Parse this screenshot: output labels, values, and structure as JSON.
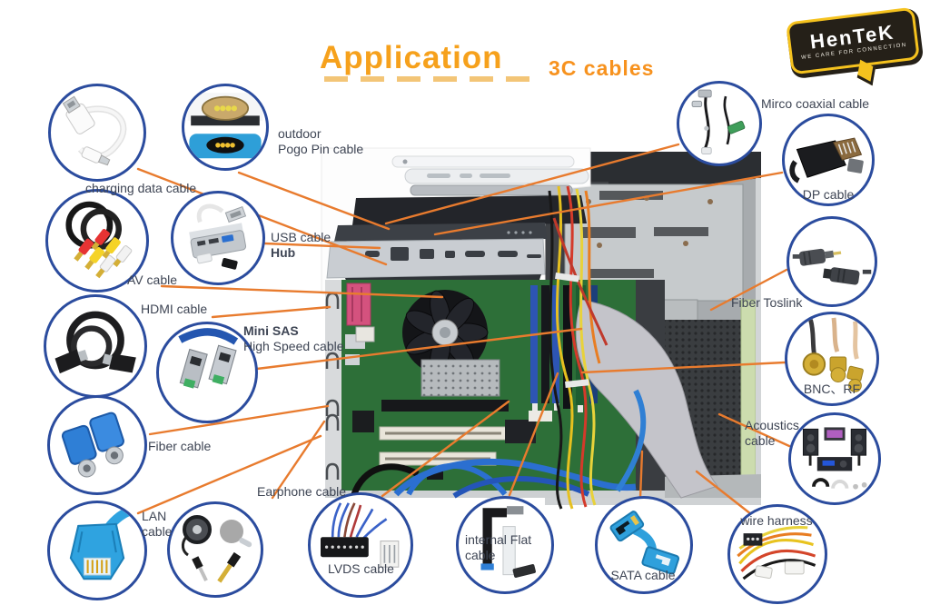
{
  "title": {
    "main": "Application",
    "sub": "3C cables"
  },
  "logo": {
    "brand": "HenTeK",
    "tagline": "WE CARE FOR CONNECTION"
  },
  "colors": {
    "accent_orange": "#f6a11c",
    "connector_line_orange": "#e87b2e",
    "bubble_border_navy": "#2b4c9e",
    "label_color": "#3e4554"
  },
  "bubbles": [
    {
      "name": "charging-data-cable",
      "icon": "usb-charging-cable-photo",
      "line1": "charging data cable"
    },
    {
      "name": "pogo-pin-cable",
      "icon": "pogo-pin-connector-photo",
      "line1": "outdoor",
      "line2": "Pogo Pin cable"
    },
    {
      "name": "usb-cable-hub",
      "icon": "usb-hub-photo",
      "line1": "USB cable",
      "line2": "Hub"
    },
    {
      "name": "av-cable",
      "icon": "rca-av-cable-photo",
      "line1": "AV cable"
    },
    {
      "name": "hdmi-cable",
      "icon": "hdmi-cable-photo",
      "line1": "HDMI cable"
    },
    {
      "name": "mini-sas-cable",
      "icon": "mini-sas-connectors-photo",
      "line1": "Mini SAS",
      "line2": "High Speed cable"
    },
    {
      "name": "fiber-cable",
      "icon": "fiber-sc-connectors-photo",
      "line1": "Fiber cable"
    },
    {
      "name": "lan-cable",
      "icon": "rj45-connector-photo",
      "line1": "LAN",
      "line2": "cable"
    },
    {
      "name": "earphone-cable",
      "icon": "earphone-mic-jacks-photo",
      "line1": "Earphone cable"
    },
    {
      "name": "lvds-cable",
      "icon": "lvds-connector-photo",
      "line1": "LVDS cable"
    },
    {
      "name": "internal-flat-cable",
      "icon": "flat-ribbon-cable-photo",
      "line1": "internal Flat",
      "line2": "cable"
    },
    {
      "name": "sata-cable",
      "icon": "sata-connectors-photo",
      "line1": "SATA cable"
    },
    {
      "name": "wire-harness",
      "icon": "wire-harness-photo",
      "line1": "wire harness"
    },
    {
      "name": "acoustics-cable",
      "icon": "audio-system-photo",
      "line1": "Acoustics",
      "line2": "cable"
    },
    {
      "name": "bnc-rf-cable",
      "icon": "bnc-rf-connectors-photo",
      "line1": "BNC、RF"
    },
    {
      "name": "fiber-toslink-cable",
      "icon": "toslink-connectors-photo",
      "line1": "Fiber Toslink"
    },
    {
      "name": "dp-cable",
      "icon": "displayport-connector-photo",
      "line1": "DP cable"
    },
    {
      "name": "mirco-coaxial-cable",
      "icon": "micro-coaxial-cable-photo",
      "line1": "Mirco coaxial cable"
    }
  ]
}
